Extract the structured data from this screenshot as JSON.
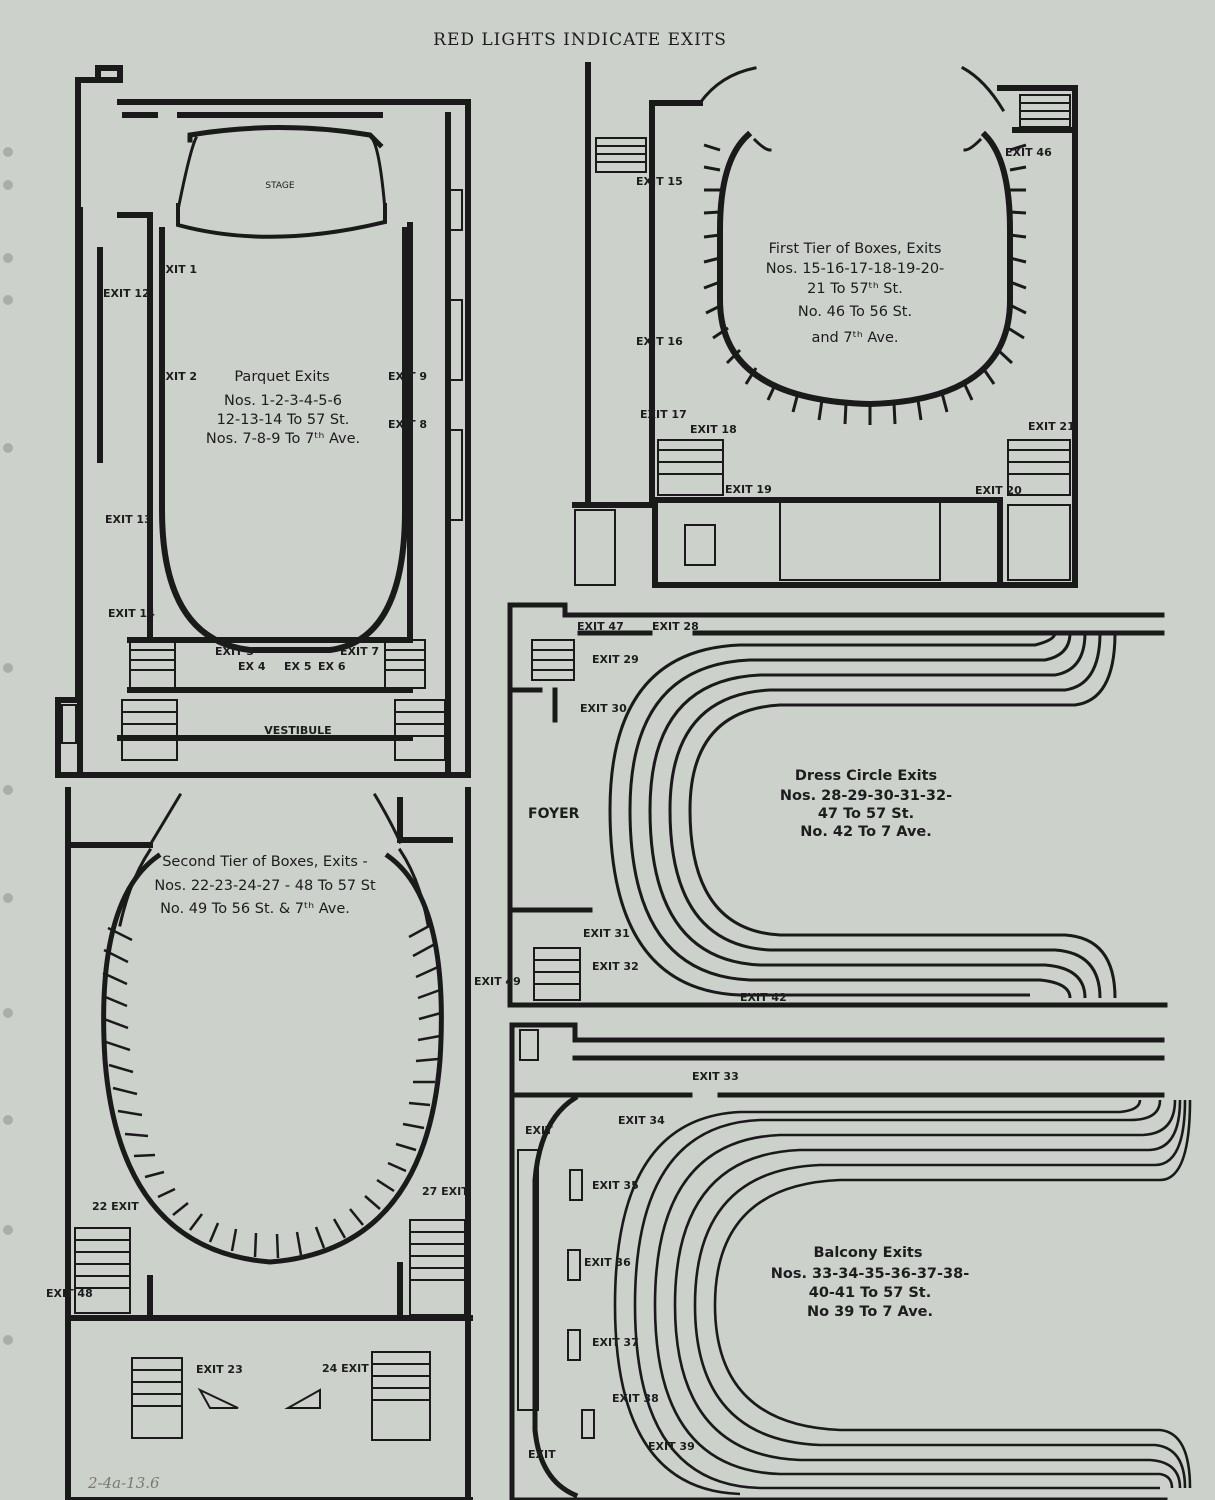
{
  "header": "RED LIGHTS INDICATE EXITS",
  "handwritten_note": "2-4a-13.6",
  "parquet": {
    "stage": "STAGE",
    "vestibule": "VESTIBULE",
    "title": "Parquet Exits",
    "lines": [
      "Nos. 1-2-3-4-5-6",
      "12-13-14 To 57 St.",
      "Nos. 7-8-9 To 7ᵗʰ Ave."
    ],
    "exits": {
      "e1": "EXIT 1",
      "e2": "EXIT 2",
      "e3": "EXIT 3",
      "e4": "EX 4",
      "e5": "EX 5",
      "e6": "EX 6",
      "e7": "EXIT 7",
      "e8": "EXIT 8",
      "e9": "EXIT 9",
      "e12": "EXIT 12",
      "e13": "EXIT 13",
      "e14": "EXIT 14"
    }
  },
  "first_tier": {
    "title": "First Tier of Boxes, Exits",
    "lines": [
      "Nos. 15-16-17-18-19-20-",
      "21 To 57ᵗʰ St.",
      "No. 46 To 56 St.",
      "and 7ᵗʰ Ave."
    ],
    "exits": {
      "e15": "EXIT 15",
      "e16": "EXIT 16",
      "e17": "EXIT 17",
      "e18": "EXIT 18",
      "e19": "EXIT 19",
      "e20": "EXIT 20",
      "e21": "EXIT 21",
      "e46": "EXIT 46"
    }
  },
  "dress_circle": {
    "foyer": "FOYER",
    "title": "Dress Circle Exits",
    "lines": [
      "Nos. 28-29-30-31-32-",
      "47 To 57 St.",
      "No. 42 To 7 Ave."
    ],
    "exits": {
      "e28": "EXIT 28",
      "e29": "EXIT 29",
      "e30": "EXIT 30",
      "e31": "EXIT 31",
      "e32": "EXIT 32",
      "e42": "EXIT 42",
      "e47": "EXIT 47"
    }
  },
  "second_tier": {
    "title": "Second Tier of Boxes, Exits -",
    "lines": [
      "Nos. 22-23-24-27 - 48 To 57 St",
      "No. 49 To 56 St. & 7ᵗʰ Ave."
    ],
    "exits": {
      "e22": "22 EXIT",
      "e23": "EXIT 23",
      "e24": "24 EXIT",
      "e27": "27 EXIT",
      "e48": "EXIT 48",
      "e49": "EXIT 49"
    }
  },
  "balcony": {
    "title": "Balcony Exits",
    "lines": [
      "Nos. 33-34-35-36-37-38-",
      "40-41 To 57 St.",
      "No 39 To 7 Ave."
    ],
    "exits": {
      "e33": "EXIT 33",
      "e34": "EXIT 34",
      "e35": "EXIT 35",
      "e36": "EXIT 36",
      "e37": "EXIT 37",
      "e38": "EXIT 38",
      "e39": "EXIT 39",
      "e_upper": "EXIT",
      "e_lower": "EXIT"
    }
  },
  "colors": {
    "paper": "#ccd1cc",
    "ink": "#1a1a1a"
  }
}
